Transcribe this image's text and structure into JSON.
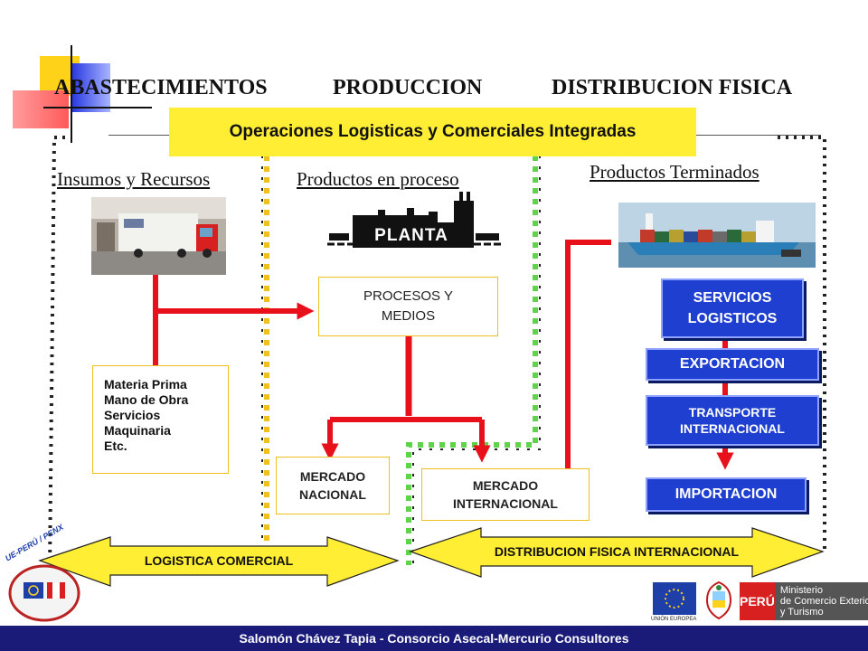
{
  "headers": {
    "abastecimientos": "ABASTECIMIENTOS",
    "produccion": "PRODUCCION",
    "distribucion": "DISTRIBUCION FISICA"
  },
  "banner": "Operaciones Logisticas y Comerciales Integradas",
  "subtitles": {
    "insumos": "Insumos y Recursos",
    "proceso": "Productos en proceso",
    "terminados": "Productos Terminados"
  },
  "planta_label": "PLANTA",
  "procesos_box": [
    "PROCESOS Y",
    "MEDIOS"
  ],
  "materia_list": [
    "Materia Prima",
    "Mano de Obra",
    "Servicios",
    "Maquinaria",
    "Etc."
  ],
  "mercado_nacional": [
    "MERCADO",
    "NACIONAL"
  ],
  "mercado_internacional": [
    "MERCADO",
    "INTERNACIONAL"
  ],
  "blue_boxes": {
    "servicios": [
      "SERVICIOS",
      "LOGISTICOS"
    ],
    "exportacion": "EXPORTACION",
    "transporte": [
      "TRANSPORTE",
      "INTERNACIONAL"
    ],
    "importacion": "IMPORTACION"
  },
  "arrows": {
    "logistica": "LOGISTICA COMERCIAL",
    "distribucion": "DISTRIBUCION FISICA INTERNACIONAL"
  },
  "logos": {
    "ue_peru": "UE-PERÚ / PENX",
    "union_europea": "UNIÓN EUROPEA",
    "peru": "PERÚ",
    "ministerio": [
      "Ministerio",
      "de Comercio Exterior",
      "y Turismo"
    ]
  },
  "footer": "Salomón Chávez Tapia - Consorcio Asecal-Mercurio Consultores",
  "colors": {
    "red": "#e8101a",
    "blue_box": "#1f3fd0",
    "yellow": "#ffee33",
    "green_dot": "#5fd34a",
    "footer_bg": "#1a1a78"
  }
}
